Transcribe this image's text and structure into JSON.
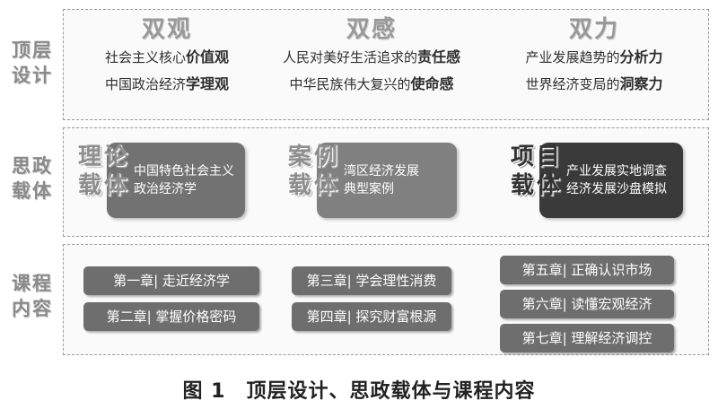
{
  "side_labels": {
    "top_design": [
      "顶层",
      "设计"
    ],
    "carrier": [
      "思政",
      "载体"
    ],
    "course": [
      "课程",
      "内容"
    ]
  },
  "top_design": {
    "columns": [
      {
        "title": "双观",
        "lines": [
          {
            "plain": "社会主义核心",
            "bold": "价值观"
          },
          {
            "plain": "中国政治经济",
            "bold": "学理观"
          }
        ]
      },
      {
        "title": "双感",
        "lines": [
          {
            "plain": "人民对美好生活追求的",
            "bold": "责任感"
          },
          {
            "plain": "中华民族伟大复兴的",
            "bold": "使命感"
          }
        ]
      },
      {
        "title": "双力",
        "lines": [
          {
            "plain": "产业发展趋势的",
            "bold": "分析力"
          },
          {
            "plain": "世界经济变局的",
            "bold": "洞察力"
          }
        ]
      }
    ]
  },
  "carriers": [
    {
      "tag": [
        "理论",
        "载体"
      ],
      "lines": [
        "中国特色社会主义",
        "政治经济学"
      ],
      "color": "#727272"
    },
    {
      "tag": [
        "案例",
        "载体"
      ],
      "lines": [
        "湾区经济发展",
        "典型案例"
      ],
      "color": "#808080"
    },
    {
      "tag": [
        "项目",
        "载体"
      ],
      "lines": [
        "产业发展实地调查",
        "经济发展沙盘模拟"
      ],
      "color": "#3a3a3a"
    }
  ],
  "chapters": {
    "col1": [
      "第一章| 走近经济学",
      "第二章| 掌握价格密码"
    ],
    "col2": [
      "第三章| 学会理性消费",
      "第四章| 探究财富根源"
    ],
    "col3": [
      "第五章| 正确认识市场",
      "第六章| 读懂宏观经济",
      "第七章| 理解经济调控"
    ]
  },
  "caption": "图 1　顶层设计、思政载体与课程内容"
}
